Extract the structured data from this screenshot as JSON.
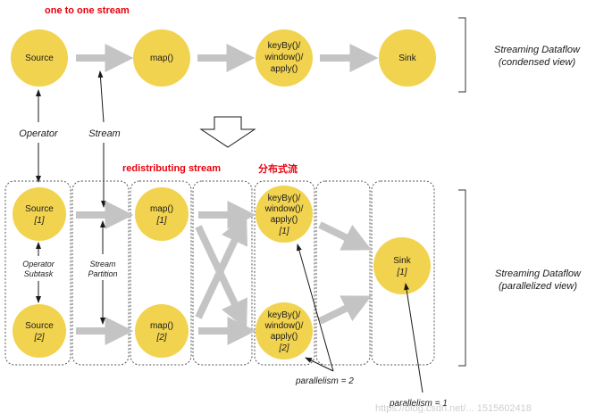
{
  "annotations": {
    "one_to_one": "one to one stream",
    "redistributing": "redistributing stream",
    "chinese": "分布式流"
  },
  "condensed": {
    "source": "Source",
    "map": "map()",
    "keyby": [
      "keyBy()/",
      "window()/",
      "apply()"
    ],
    "sink": "Sink",
    "title": [
      "Streaming Dataflow",
      "(condensed view)"
    ]
  },
  "labels": {
    "operator": "Operator",
    "stream": "Stream",
    "operator_subtask": [
      "Operator",
      "Subtask"
    ],
    "stream_partition": [
      "Stream",
      "Partition"
    ]
  },
  "parallel": {
    "source1": [
      "Source",
      "[1]"
    ],
    "source2": [
      "Source",
      "[2]"
    ],
    "map1": [
      "map()",
      "[1]"
    ],
    "map2": [
      "map()",
      "[2]"
    ],
    "keyby1": [
      "keyBy()/",
      "window()/",
      "apply()",
      "[1]"
    ],
    "keyby2": [
      "keyBy()/",
      "window()/",
      "apply()",
      "[2]"
    ],
    "sink1": [
      "Sink",
      "[1]"
    ],
    "title": [
      "Streaming Dataflow",
      "(parallelized view)"
    ],
    "parallelism2": "parallelism = 2",
    "parallelism1": "parallelism = 1"
  },
  "watermark": "https://blog.csdn.net/... 1515602418",
  "colors": {
    "node_fill": "#f2d34f",
    "arrow_gray": "#c4c4c4",
    "annotation_red": "#e8000b",
    "text": "#1a1a1a"
  }
}
